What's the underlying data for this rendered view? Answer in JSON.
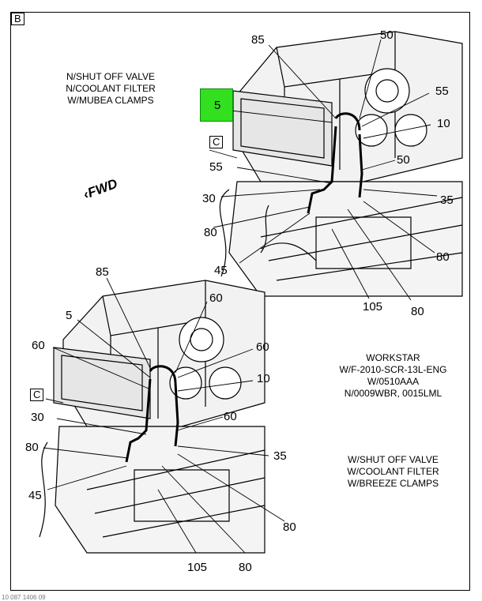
{
  "view_label": "B",
  "fwd_label": "FWD",
  "c_label": "C",
  "top_note": [
    "N/SHUT OFF VALVE",
    "N/COOLANT FILTER",
    "W/MUBEA CLAMPS"
  ],
  "workstar_note": [
    "WORKSTAR",
    "W/F-2010-SCR-13L-ENG",
    "W/0510AAA",
    "N/0009WBR, 0015LML"
  ],
  "bottom_note": [
    "W/SHUT OFF VALVE",
    "W/COOLANT FILTER",
    "W/BREEZE CLAMPS"
  ],
  "highlight_color": "#33e01f",
  "top_callouts": {
    "c85": "85",
    "c50a": "50",
    "c5": "5",
    "c55a": "55",
    "c10": "10",
    "c50b": "50",
    "c55b": "55",
    "c30": "30",
    "c35": "35",
    "c80a": "80",
    "c45": "45",
    "c80b": "80",
    "c105": "105",
    "c80c": "80"
  },
  "bottom_callouts": {
    "c85": "85",
    "c60a": "60",
    "c5": "5",
    "c60b": "60",
    "c60c": "60",
    "c10": "10",
    "c30": "30",
    "c60d": "60",
    "c80a": "80",
    "c35": "35",
    "c45": "45",
    "c80b": "80",
    "c105": "105",
    "c80c": "80"
  },
  "footer_text": "10 087 1406 09"
}
